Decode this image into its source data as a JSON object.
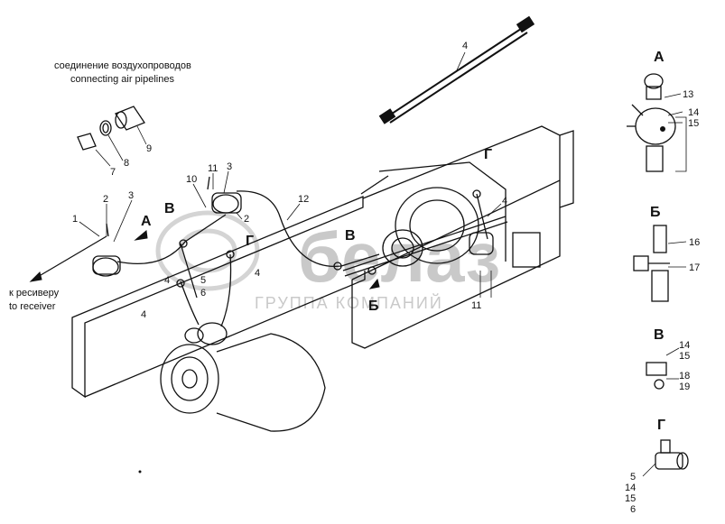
{
  "caption": {
    "line_ru": "соединение воздухопроводов",
    "line_en": "connecting air pipelines"
  },
  "receiver_label": {
    "line_ru": "к ресиверу",
    "line_en": "to receiver"
  },
  "watermark": {
    "logo_text": "белаз",
    "group_text": "ГРУППА КОМПАНИЙ"
  },
  "main_labels": {
    "l1": "1",
    "l2a": "2",
    "l3a": "3",
    "lA": "А",
    "lB1": "В",
    "l10": "10",
    "l11a": "11",
    "l3b": "3",
    "l2b": "2",
    "l12": "12",
    "lG1": "Г",
    "l4a": "4",
    "l5": "5",
    "l6": "6",
    "l4b": "4",
    "l4c": "4",
    "lB2": "В",
    "lG2": "Г",
    "l4d": "4",
    "lBe": "Б",
    "l11b": "11",
    "l4top": "4",
    "l7": "7",
    "l8": "8",
    "l9": "9"
  },
  "view_A": {
    "title": "А",
    "n13": "13",
    "n14": "14",
    "n15": "15"
  },
  "view_Be": {
    "title": "Б",
    "n16": "16",
    "n17": "17"
  },
  "view_V": {
    "title": "В",
    "n14": "14",
    "n15": "15",
    "n18": "18",
    "n19": "19"
  },
  "view_G": {
    "title": "Г",
    "n5": "5",
    "n14": "14",
    "n15": "15",
    "n6": "6"
  },
  "icons": [
    "hose-icon",
    "brake-chamber-icon",
    "coupling-icon",
    "tee-fitting-icon"
  ]
}
